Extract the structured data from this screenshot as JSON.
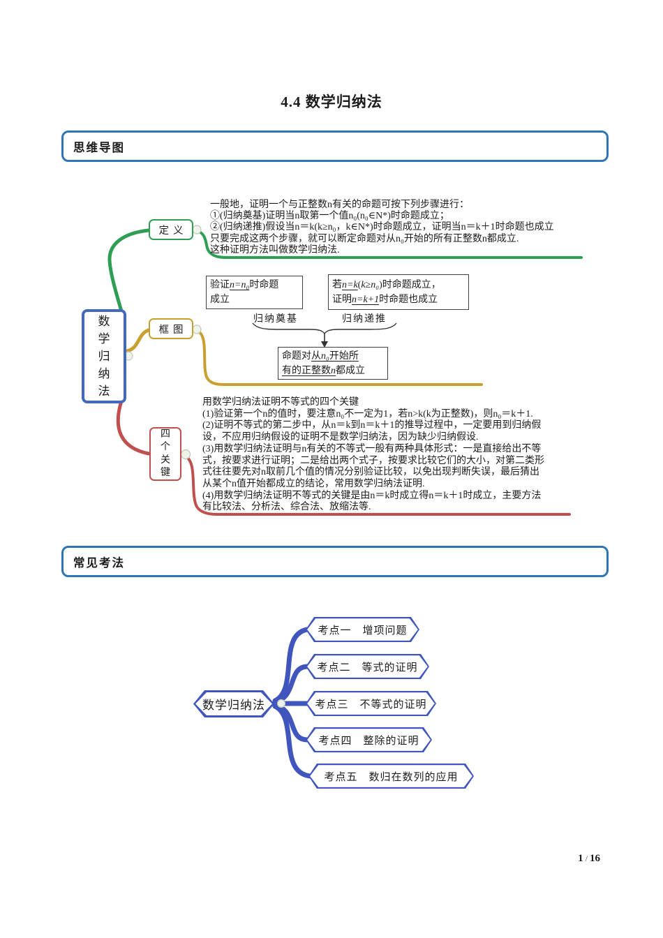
{
  "colors": {
    "section_border": "#2e75b6",
    "root_border": "#4268c0",
    "green": "#2e9e55",
    "gold": "#c9a02f",
    "red": "#c0504d",
    "blue": "#4156bd",
    "ink": "#1c1c1c"
  },
  "title": "4.4 数学归纳法",
  "sections": {
    "mindmap": "思维导图",
    "exam": "常见考法"
  },
  "mindmap1": {
    "root": "数学归纳法",
    "definition": {
      "label": "定义",
      "lines": [
        "一般地，证明一个与正整数n有关的命题可按下列步骤进行：",
        "①(归纳奠基)证明当n取第一个值n₀(n₀∈N*)时命题成立；",
        "②(归纳递推)假设当n＝k(k≥n₀，k∈N*)时命题成立，证明当n＝k＋1时命题也成立",
        "只要完成这两个步骤，就可以断定命题对从n₀开始的所有正整数n都成立.",
        "这种证明方法叫做数学归纳法."
      ]
    },
    "diagram": {
      "label": "框图",
      "flow": {
        "base_line1": [
          {
            "t": "验证"
          },
          {
            "t": "n=n₀",
            "s": "mu"
          },
          {
            "t": "时命题"
          }
        ],
        "base_line2": [
          {
            "t": "成立"
          }
        ],
        "step_line1": [
          {
            "t": "若"
          },
          {
            "t": "n=k",
            "s": "mu"
          },
          {
            "t": "("
          },
          {
            "t": "k≥n₀",
            "s": "mi"
          },
          {
            "t": ")时命题成立，"
          }
        ],
        "step_line2": [
          {
            "t": "证明"
          },
          {
            "t": "n=k+1",
            "s": "mu"
          },
          {
            "t": "时命题也成立"
          }
        ],
        "label_base": "归纳奠基",
        "label_step": "归纳递推",
        "result_line1": [
          {
            "t": "命题对"
          },
          {
            "t": "从",
            "s": "u"
          },
          {
            "t": "n₀",
            "s": "u mi"
          },
          {
            "t": "开始所",
            "s": "u"
          }
        ],
        "result_line2": [
          {
            "t": "有的正整数",
            "s": "u"
          },
          {
            "t": "n",
            "s": "u mi"
          },
          {
            "t": "都成立"
          }
        ]
      }
    },
    "keys": {
      "label": "四个关键",
      "lines": [
        "用数学归纳法证明不等式的四个关键",
        "(1)验证第一个n的值时，要注意n₀不一定为1，若n>k(k为正整数)，则n₀＝k＋1.",
        "(2)证明不等式的第二步中，从n＝k到n＝k＋1的推导过程中，一定要用到归纳假",
        "设，不应用归纳假设的证明不是数学归纳法，因为缺少归纳假设.",
        "(3)用数学归纳法证明与n有关的不等式一般有两种具体形式：一是直接给出不等",
        "式，按要求进行证明；二是给出两个式子，按要求比较它们的大小，对第二类形",
        "式往往要先对n取前几个值的情况分别验证比较，以免出现判断失误，最后猜出",
        "从某个n值开始都成立的结论，常用数学归纳法证明.",
        "(4)用数学归纳法证明不等式的关键是由n＝k时成立得n＝k＋1时成立，主要方法",
        "有比较法、分析法、综合法、放缩法等."
      ]
    }
  },
  "mindmap2": {
    "root": "数学归纳法",
    "nodes": [
      "考点一　增项问题",
      "考点二　等式的证明",
      "考点三　不等式的证明",
      "考点四　整除的证明",
      "考点五　数归在数列的应用"
    ]
  },
  "footer": {
    "page": "1",
    "separator": "/",
    "total": "16"
  }
}
